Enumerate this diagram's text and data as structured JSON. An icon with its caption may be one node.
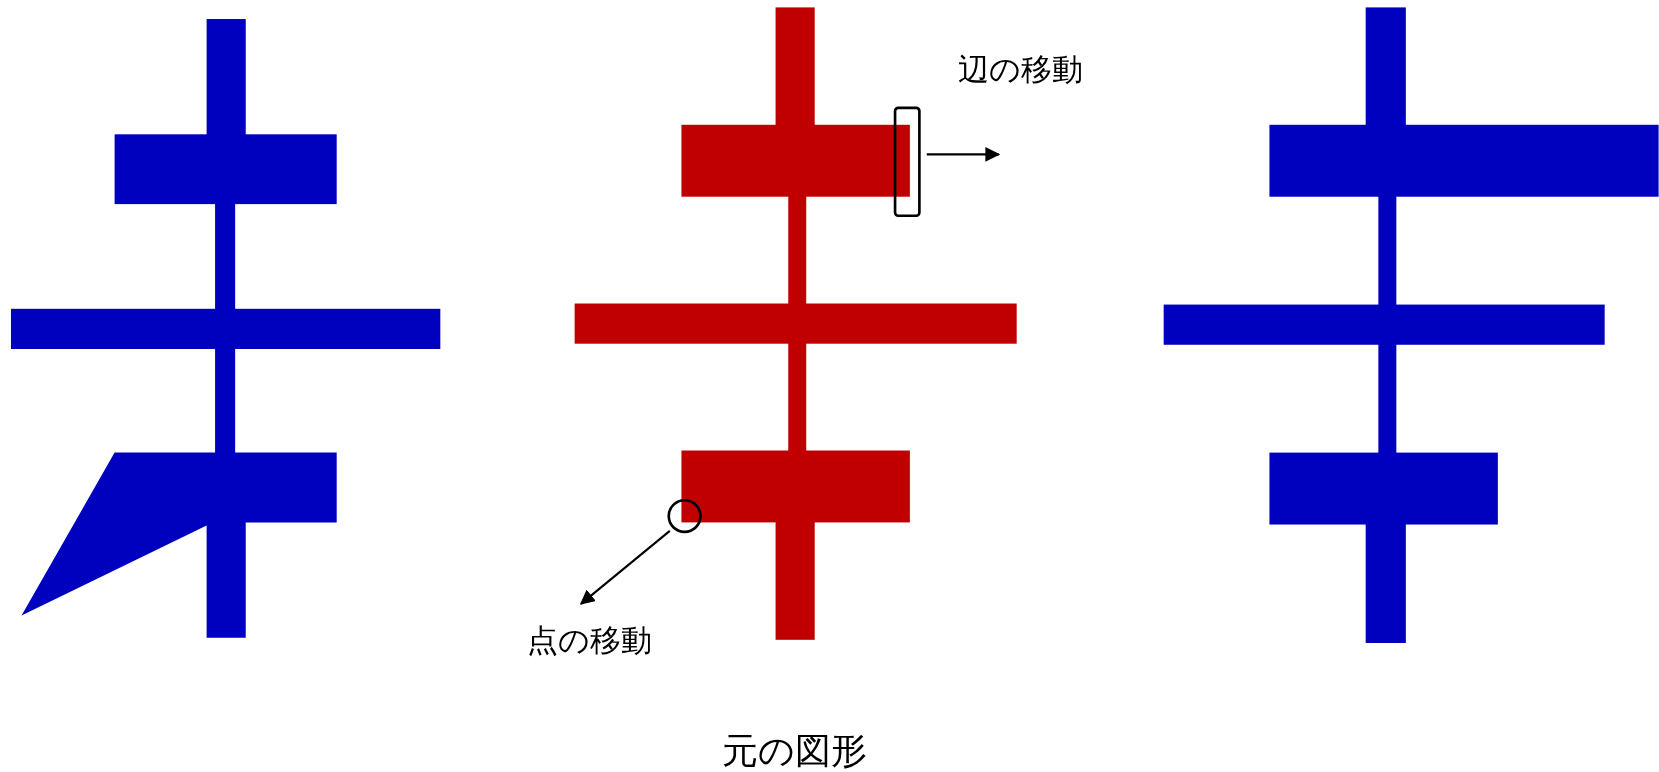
{
  "diagram": {
    "caption": "元の図形",
    "labels": [
      "辺の移動",
      "点の移動"
    ]
  }
}
